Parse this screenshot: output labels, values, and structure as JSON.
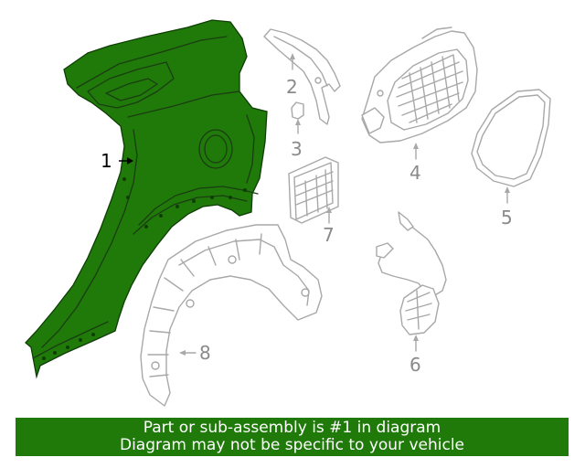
{
  "diagram": {
    "highlight_color": "#1f7a0a",
    "line_color": "#a8a8a8",
    "callouts": {
      "c1": "1",
      "c2": "2",
      "c3": "3",
      "c4": "4",
      "c5": "5",
      "c6": "6",
      "c7": "7",
      "c8": "8"
    }
  },
  "banner": {
    "line1": "Part or sub-assembly is #1 in diagram",
    "line2": "Diagram may not be specific to your vehicle",
    "background": "#1f7a0a"
  }
}
